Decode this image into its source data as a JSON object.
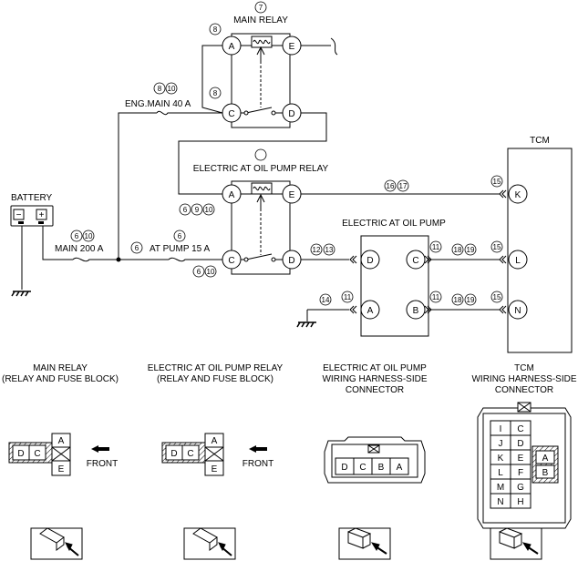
{
  "components": {
    "main_relay": "MAIN RELAY",
    "eng_main_fuse": "ENG.MAIN 40 A",
    "oil_pump_relay": "ELECTRIC AT OIL PUMP RELAY",
    "battery": "BATTERY",
    "main_fuse": "MAIN 200 A",
    "at_pump_fuse": "AT PUMP 15 A",
    "oil_pump": "ELECTRIC AT OIL PUMP",
    "tcm": "TCM"
  },
  "pins": {
    "A": "A",
    "B": "B",
    "C": "C",
    "D": "D",
    "E": "E",
    "F": "F",
    "G": "G",
    "H": "H",
    "I": "I",
    "J": "J",
    "K": "K",
    "L": "L",
    "M": "M",
    "N": "N"
  },
  "refs": {
    "r6": "6",
    "r7": "7",
    "r8": "8",
    "r9": "9",
    "r10": "10",
    "r11": "11",
    "r12": "12",
    "r13": "13",
    "r14": "14",
    "r15": "15",
    "r16": "16",
    "r17": "17",
    "r18": "18",
    "r19": "19"
  },
  "battery_symbols": {
    "minus": "−",
    "plus": "+"
  },
  "connectors": {
    "main_relay": {
      "line1": "MAIN RELAY",
      "line2": "(RELAY AND FUSE BLOCK)"
    },
    "oil_pump_relay": {
      "line1": "ELECTRIC AT OIL PUMP RELAY",
      "line2": "(RELAY AND FUSE BLOCK)"
    },
    "oil_pump": {
      "line1": "ELECTRIC AT OIL PUMP",
      "line2": "WIRING HARNESS-SIDE",
      "line3": "CONNECTOR"
    },
    "tcm": {
      "line1": "TCM",
      "line2": "WIRING HARNESS-SIDE",
      "line3": "CONNECTOR"
    }
  },
  "front_label": "FRONT"
}
